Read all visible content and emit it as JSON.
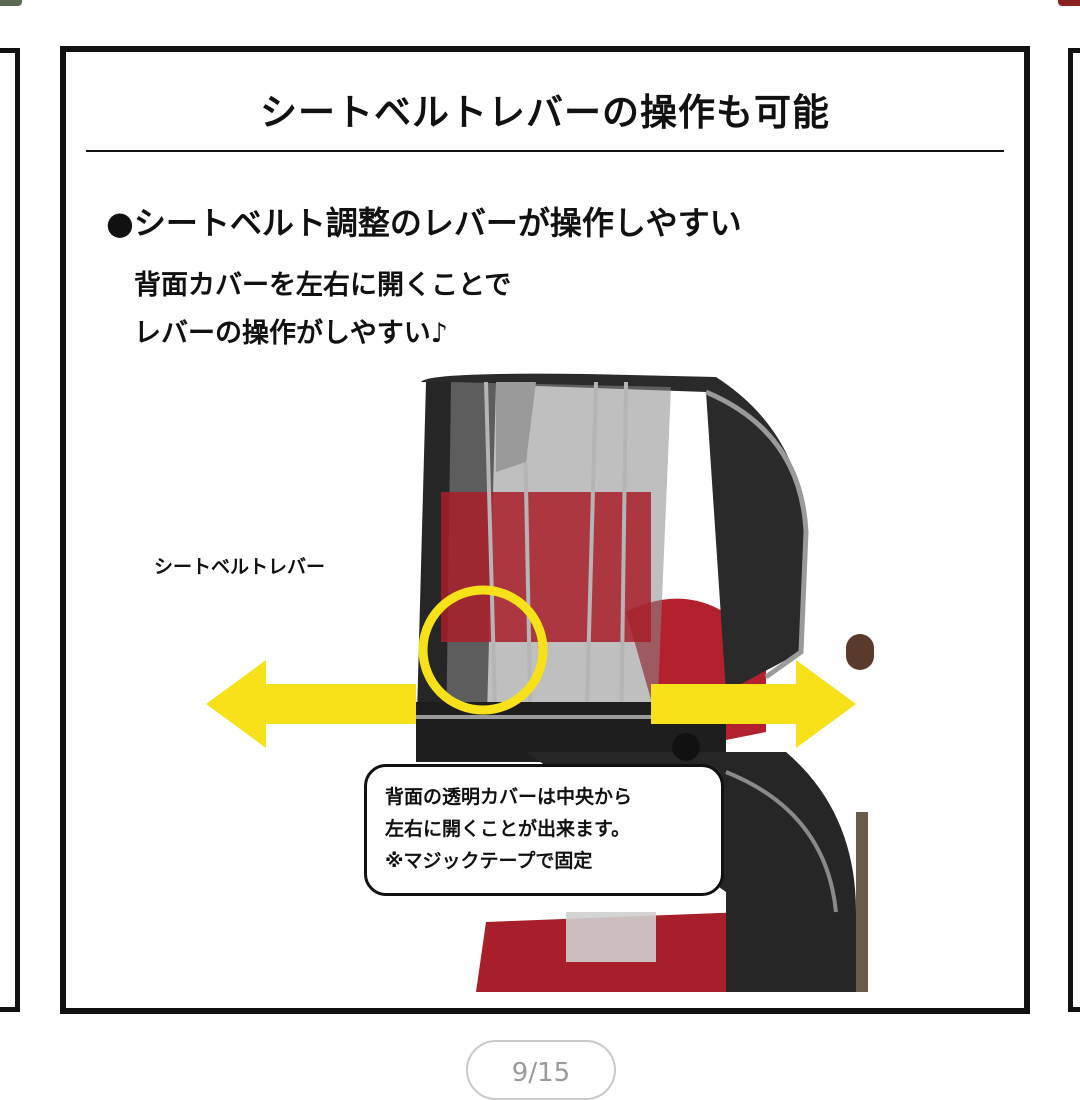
{
  "slide": {
    "title": "シートベルトレバーの操作も可能",
    "heading": "●シートベルト調整のレバーが操作しやすい",
    "description": [
      "背面カバーを左右に開くことで",
      "レバーの操作がしやすい♪"
    ],
    "lever_label": "シートベルトレバー",
    "callout": [
      "背面の透明カバーは中央から",
      "左右に開くことが出来ます。",
      "※マジックテープで固定"
    ]
  },
  "pager": {
    "text": "9/15",
    "current": 9,
    "total": 15
  },
  "colors": {
    "highlight": "#f7e21a",
    "seat_red": "#a81e2a",
    "cover_dark": "#2a2a2a",
    "border": "#111111"
  }
}
